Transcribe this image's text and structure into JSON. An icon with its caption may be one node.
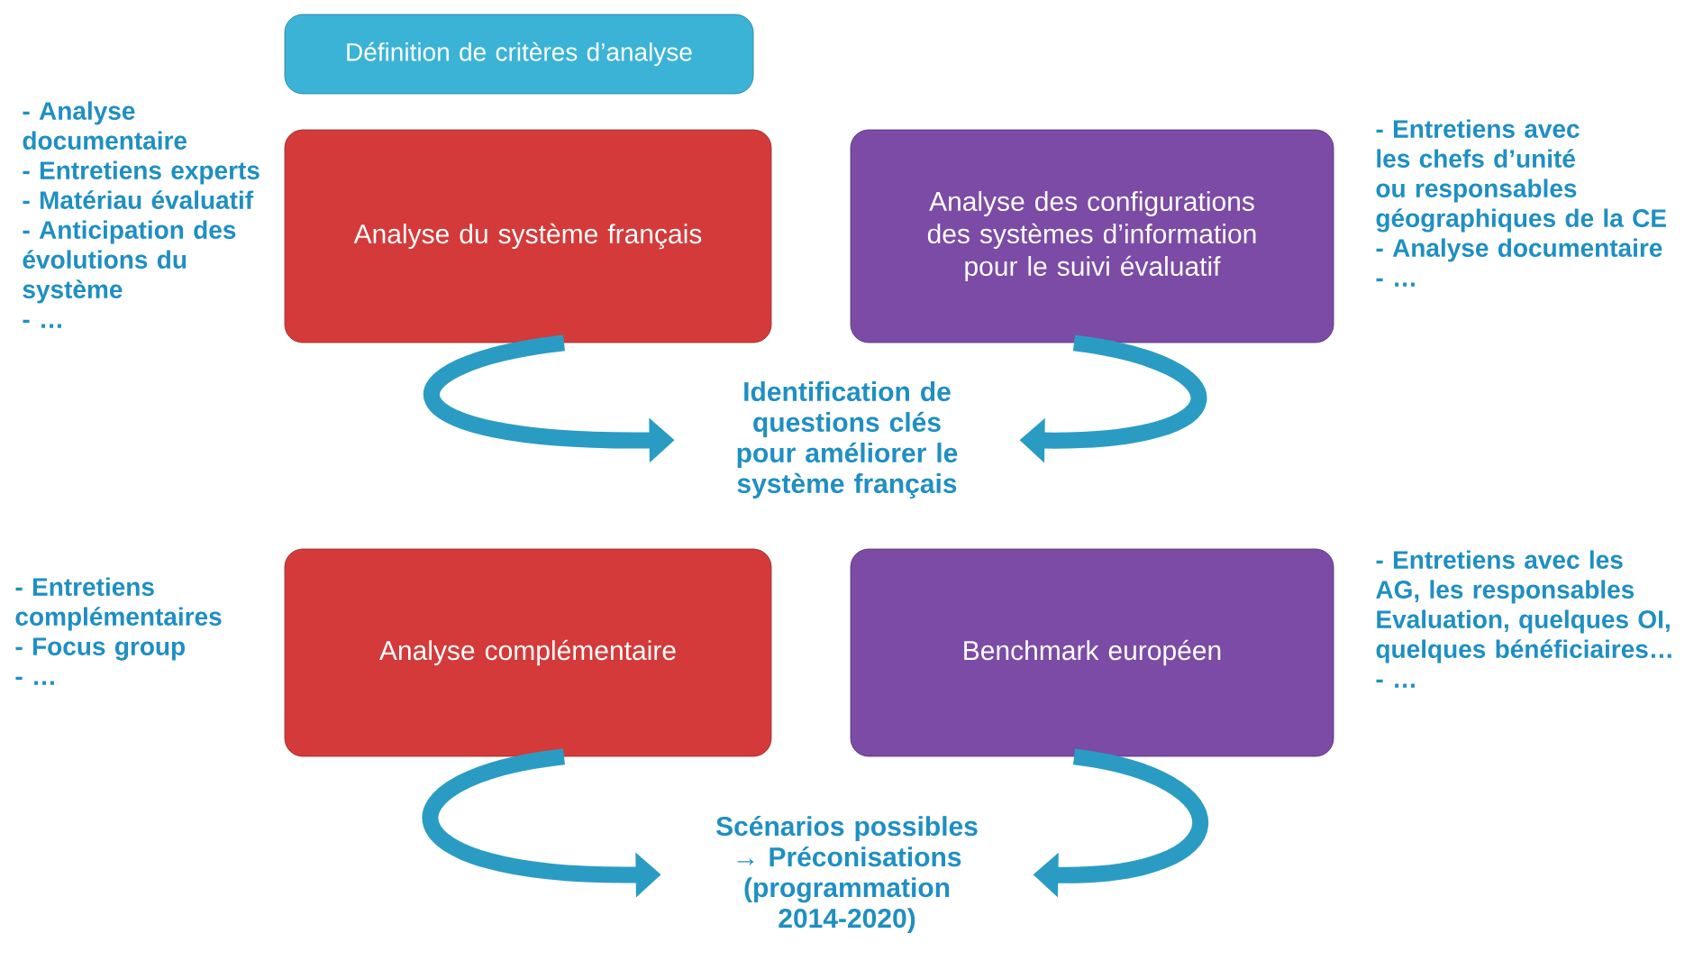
{
  "diagram": {
    "nodes": [
      {
        "text": [
          "Définition de critères d’analyse"
        ]
      },
      {
        "text": [
          "Analyse du système français"
        ],
        "beside": [
          "- Analyse documentaire",
          "- Entretiens experts",
          "- Matériau évaluatif",
          "- Anticipation des évolutions du système",
          "- …"
        ]
      },
      {
        "text": [
          "Analyse des configurations des systèmes d’information pour le suivi évaluatif"
        ],
        "beside": [
          "- Entretiens avec les chefs d’unité ou responsables géographiques de la CE",
          "- Analyse documentaire",
          "- …"
        ]
      },
      {
        "text": [
          "Identification de questions clés pour améliorer le système français"
        ]
      },
      {
        "text": [
          "Analyse complémentaire"
        ],
        "beside": [
          "- Entretiens complémentaires",
          "- Focus group",
          "- …"
        ]
      },
      {
        "text": [
          "Benchmark européen"
        ],
        "beside": [
          "- Entretiens avec les AG, les responsables Evaluation, quelques OI, quelques bénéficiaires…",
          "- …"
        ]
      },
      {
        "text": [
          "Scénarios possibles → Préconisations (programmation 2014-2020)"
        ]
      }
    ],
    "edges": [
      {
        "from": 1,
        "to": 3,
        "arrow": "to"
      },
      {
        "from": 2,
        "to": 3,
        "arrow": "to"
      },
      {
        "from": 4,
        "to": 6,
        "arrow": "to"
      },
      {
        "from": 5,
        "to": 6,
        "arrow": "to"
      }
    ]
  }
}
